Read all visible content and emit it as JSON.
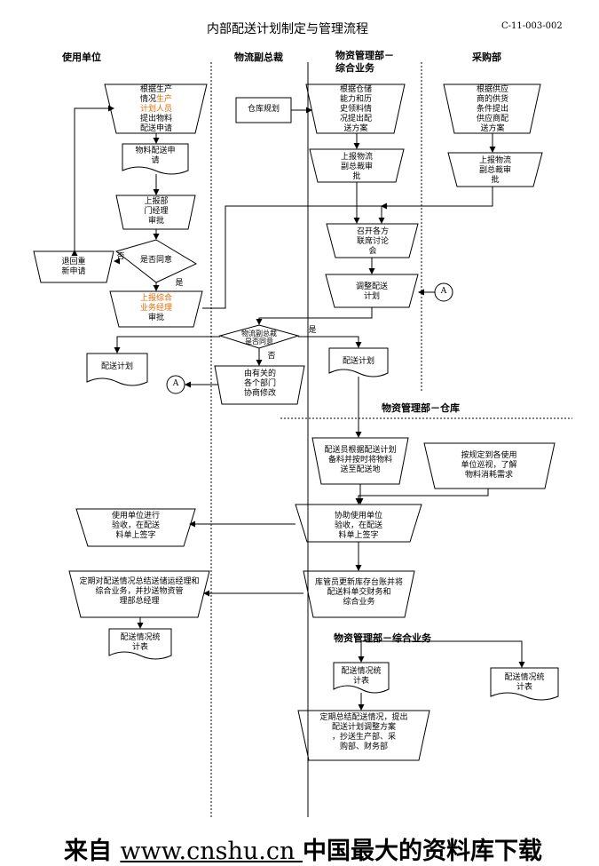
{
  "title": "内部配送计划制定与管理流程",
  "doc_code": "C-11-003-002",
  "lanes": {
    "usage": "使用单位",
    "vp": "物流副总裁",
    "material_general": "物资管理部－\n综合业务",
    "purchasing": "采购部",
    "warehouse": "物资管理部－仓库",
    "material_general2": "物资管理部－综合业务"
  },
  "nodes": {
    "n1_a": "根据生产\n情况",
    "n1_b": "生产\n计划人员",
    "n1_c": "提出物料\n配送申请",
    "n2": "物料配送申\n请",
    "n3": "上报部\n门经理\n审批",
    "n4": "是否同意",
    "n5": "退回重\n新申请",
    "n6_a": "上报综合\n业务经理",
    "n6_b": "审批",
    "n7": "仓库规划",
    "n8": "根据仓储\n能力和历\n史领料情\n况提出配\n送方案",
    "n9": "上报物流\n副总裁审\n批",
    "n10": "根据供应\n商的供货\n条件提出\n供应商配\n送方案",
    "n11": "上报物流\n副总裁审\n批",
    "n12": "召开各方\n联席讨论\n会",
    "n13": "调整配送\n计划",
    "n14": "物流副总裁\n是否同意",
    "n15": "配送计划",
    "n16": "由有关的\n各个部门\n协商修改",
    "n17": "配送计划",
    "n18": "配送员根据配送计划\n备料并按时将物料\n送至配送地",
    "n19": "按规定到各使用\n单位巡视，了解\n物料消耗需求",
    "n20": "使用单位进行\n验收，在配送\n料单上签字",
    "n21": "协助使用单位\n验收，在配送\n料单上签字",
    "n22": "定期对配送情况总结送储运经理和\n综合业务，并抄送物资管\n理部总经理",
    "n23": "库管员更新库存台账并将\n配送料单交财务和\n综合业务",
    "n24": "配送情况统\n计表",
    "n25": "配送情况统\n计表",
    "n26": "配送情况统\n计表",
    "n27": "定期总结配送情况，提出\n配送计划调整方案\n，抄送生产部、采\n购部、财务部",
    "connector_a": "A"
  },
  "edge_labels": {
    "no1": "否",
    "yes1": "是",
    "yes2": "是",
    "no2": "否"
  },
  "footer": {
    "prefix": "来自 ",
    "url": "www.cnshu.cn ",
    "suffix": "中国最大的资料库下载"
  },
  "colors": {
    "highlight": "#e46c0a"
  }
}
